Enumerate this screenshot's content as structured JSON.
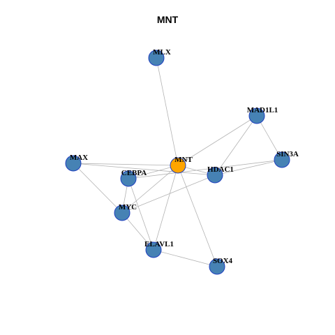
{
  "title": "MNT",
  "graph": {
    "colors": {
      "hub": "#FFA500",
      "node": "#4682B4",
      "node_border": "#1E3FC8",
      "edge": "#B3B3B3"
    },
    "nodes": [
      {
        "id": "MNT",
        "label": "MNT",
        "role": "hub"
      },
      {
        "id": "MLX",
        "label": "MLX",
        "role": "node"
      },
      {
        "id": "MAD1L1",
        "label": "MAD1L1",
        "role": "node"
      },
      {
        "id": "SIN3A",
        "label": "SIN3A",
        "role": "node"
      },
      {
        "id": "HDAC1",
        "label": "HDAC1",
        "role": "node"
      },
      {
        "id": "MAX",
        "label": "MAX",
        "role": "node"
      },
      {
        "id": "CEBPA",
        "label": "CEBPA",
        "role": "node"
      },
      {
        "id": "MYC",
        "label": "MYC",
        "role": "node"
      },
      {
        "id": "ELAVL1",
        "label": "ELAVL1",
        "role": "node"
      },
      {
        "id": "SOX4",
        "label": "SOX4",
        "role": "node"
      }
    ],
    "edges": [
      [
        "MNT",
        "MLX"
      ],
      [
        "MNT",
        "MAD1L1"
      ],
      [
        "MNT",
        "HDAC1"
      ],
      [
        "MNT",
        "MAX"
      ],
      [
        "MNT",
        "CEBPA"
      ],
      [
        "MNT",
        "MYC"
      ],
      [
        "MNT",
        "ELAVL1"
      ],
      [
        "MNT",
        "SOX4"
      ],
      [
        "MAD1L1",
        "SIN3A"
      ],
      [
        "MAD1L1",
        "HDAC1"
      ],
      [
        "SIN3A",
        "HDAC1"
      ],
      [
        "SIN3A",
        "CEBPA"
      ],
      [
        "HDAC1",
        "MYC"
      ],
      [
        "MAX",
        "MYC"
      ],
      [
        "MAX",
        "HDAC1"
      ],
      [
        "CEBPA",
        "MYC"
      ],
      [
        "CEBPA",
        "ELAVL1"
      ],
      [
        "MYC",
        "ELAVL1"
      ],
      [
        "ELAVL1",
        "SOX4"
      ]
    ]
  }
}
